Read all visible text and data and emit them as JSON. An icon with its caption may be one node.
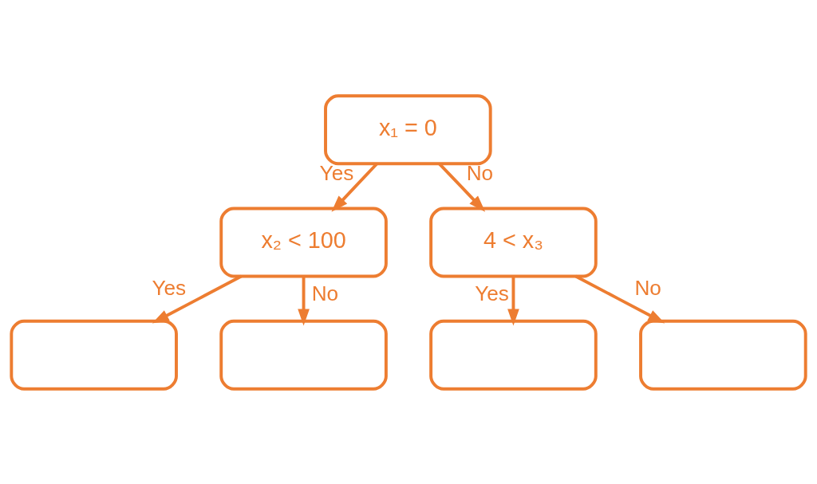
{
  "diagram": {
    "nodes": [
      {
        "text": [
          "x₁ = 0"
        ]
      },
      {
        "text": [
          "x₂ < 100"
        ]
      },
      {
        "text": [
          "4 < x₃"
        ]
      },
      {
        "text": [],
        "shape": "box"
      },
      {
        "text": [],
        "shape": "box"
      },
      {
        "text": [],
        "shape": "box"
      },
      {
        "text": [],
        "shape": "box"
      }
    ],
    "edges": [
      {
        "from": 0,
        "to": 1,
        "arrow": "to",
        "label": "Yes"
      },
      {
        "from": 0,
        "to": 2,
        "arrow": "to",
        "label": "No"
      },
      {
        "from": 1,
        "to": 3,
        "arrow": "to",
        "label": "Yes"
      },
      {
        "from": 1,
        "to": 4,
        "arrow": "to",
        "label": "No"
      },
      {
        "from": 2,
        "to": 5,
        "arrow": "to",
        "label": "Yes"
      },
      {
        "from": 2,
        "to": 6,
        "arrow": "to",
        "label": "No"
      }
    ]
  }
}
